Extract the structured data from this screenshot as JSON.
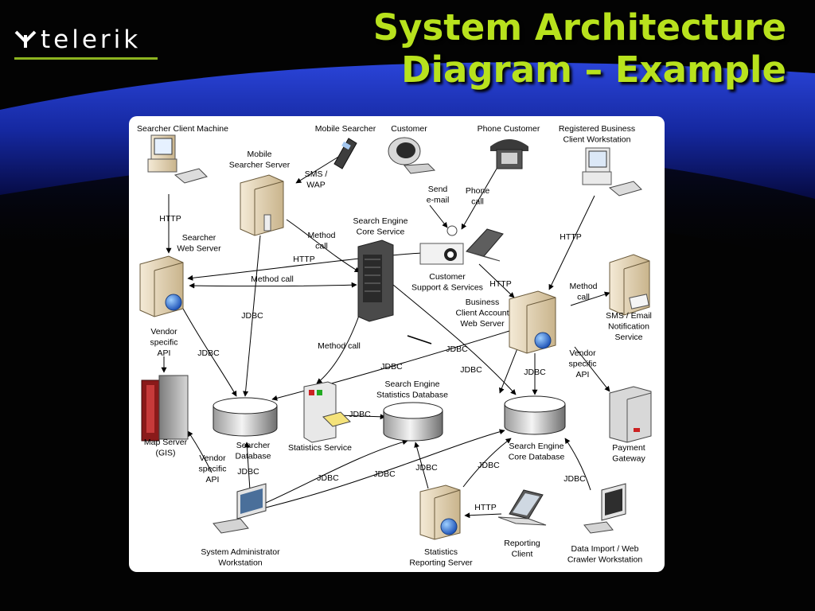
{
  "logo": {
    "text": "telerik"
  },
  "title": {
    "line1": "System Architecture",
    "line2": "Diagram – Example"
  },
  "nodes": {
    "searcher_client": [
      "Searcher Client Machine"
    ],
    "mobile_searcher": [
      "Mobile Searcher"
    ],
    "customer": [
      "Customer"
    ],
    "phone_customer": [
      "Phone Customer"
    ],
    "registered_business": [
      "Registered Business",
      "Client Workstation"
    ],
    "mobile_searcher_server": [
      "Mobile",
      "Searcher Server"
    ],
    "search_engine_core": [
      "Search Engine",
      "Core Service"
    ],
    "searcher_web_server": [
      "Searcher",
      "Web Server"
    ],
    "customer_support": [
      "Customer",
      "Support & Services"
    ],
    "business_client_server": [
      "Business",
      "Client Account",
      "Web Server"
    ],
    "sms_email": [
      "SMS / Email",
      "Notification",
      "Service"
    ],
    "map_server": [
      "Map Server",
      "(GIS)"
    ],
    "searcher_database": [
      "Searcher",
      "Database"
    ],
    "statistics_service": [
      "Statistics Service"
    ],
    "statistics_database": [
      "Search Engine",
      "Statistics Database"
    ],
    "core_database": [
      "Search Engine",
      "Core Database"
    ],
    "payment_gateway": [
      "Payment",
      "Gateway"
    ],
    "sysadmin": [
      "System Administrator",
      "Workstation"
    ],
    "stats_reporting": [
      "Statistics",
      "Reporting Server"
    ],
    "reporting_client": [
      "Reporting",
      "Client"
    ],
    "data_import": [
      "Data Import / Web",
      "Crawler Workstation"
    ]
  },
  "edge_labels": {
    "sms_wap": [
      "SMS /",
      "WAP"
    ],
    "send_email": [
      "Send",
      "e-mail"
    ],
    "phone_call": [
      "Phone",
      "call"
    ],
    "http_searcher": [
      "HTTP"
    ],
    "http_business": [
      "HTTP"
    ],
    "method_call_mobile": [
      "Method",
      "call"
    ],
    "http_core": [
      "HTTP"
    ],
    "method_call_web": [
      "Method call"
    ],
    "http_support": [
      "HTTP"
    ],
    "method_call_sms": [
      "Method",
      "call"
    ],
    "jdbc_mobile": [
      "JDBC"
    ],
    "vendor_api_web": [
      "Vendor",
      "specific",
      "API"
    ],
    "jdbc_web": [
      "JDBC"
    ],
    "method_call_stats": [
      "Method call"
    ],
    "jdbc_support": [
      "JDBC"
    ],
    "jdbc_core_stats": [
      "JDBC"
    ],
    "jdbc_business_a": [
      "JDBC"
    ],
    "jdbc_business_b": [
      "JDBC"
    ],
    "vendor_api_business": [
      "Vendor",
      "specific",
      "API"
    ],
    "jdbc_stats_service": [
      "JDBC"
    ],
    "vendor_api_map": [
      "Vendor",
      "specific",
      "API"
    ],
    "jdbc_admin_searcher": [
      "JDBC"
    ],
    "jdbc_admin_a": [
      "JDBC"
    ],
    "jdbc_admin_b": [
      "JDBC"
    ],
    "jdbc_reporting_stats": [
      "JDBC"
    ],
    "jdbc_reporting_core": [
      "JDBC"
    ],
    "jdbc_import": [
      "JDBC"
    ],
    "http_reporting": [
      "HTTP"
    ]
  },
  "colors": {
    "title": "#b8e21d",
    "logo_line": "#8cb320",
    "band": "#1a2fb0",
    "panel": "#ffffff"
  }
}
